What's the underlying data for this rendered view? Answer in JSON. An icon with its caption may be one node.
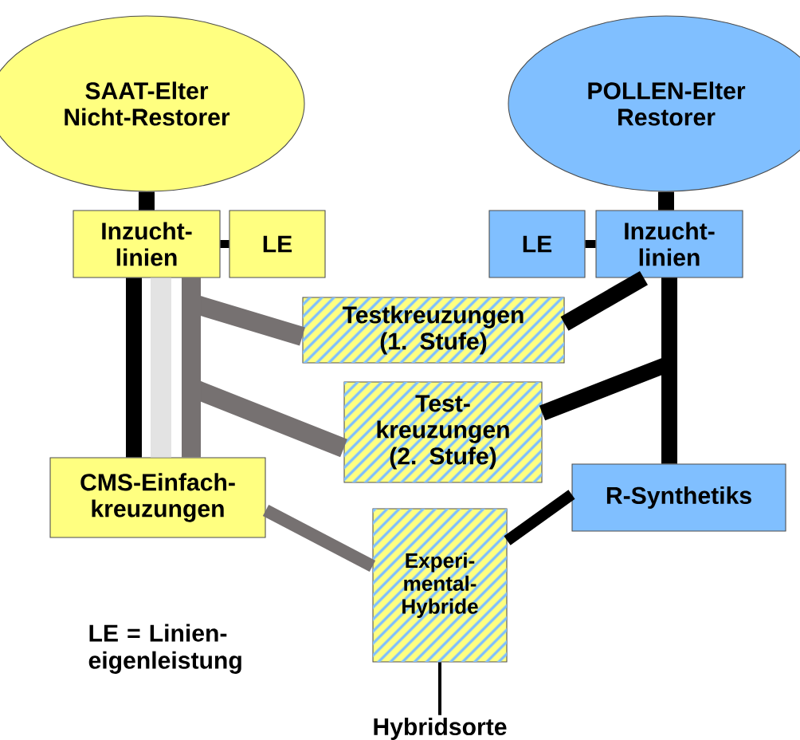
{
  "diagram": {
    "nodes": [
      {
        "text": [
          "SAAT-Elter Nicht-Restorer"
        ]
      },
      {
        "text": [
          "POLLEN-Elter Restorer"
        ]
      },
      {
        "text": [
          "Inzucht- linien"
        ]
      },
      {
        "text": [
          "LE"
        ]
      },
      {
        "text": [
          "LE"
        ]
      },
      {
        "text": [
          "Inzucht- linien"
        ]
      },
      {
        "text": [
          "Testkreuzungen (1. Stufe)"
        ]
      },
      {
        "text": [
          "Test- kreuzungen (2. Stufe)"
        ]
      },
      {
        "text": [
          "CMS-Einfach- kreuzungen"
        ]
      },
      {
        "text": [
          "R-Synthetiks"
        ]
      },
      {
        "text": [
          "Experi- mental- Hybride"
        ]
      },
      {
        "text": [
          "Hybridsorte"
        ]
      }
    ],
    "edges": [
      {
        "from": 0,
        "to": 2,
        "arrow": "none"
      },
      {
        "from": 1,
        "to": 5,
        "arrow": "none"
      },
      {
        "from": 2,
        "to": 3,
        "arrow": "none"
      },
      {
        "from": 4,
        "to": 5,
        "arrow": "none"
      },
      {
        "from": 2,
        "to": 8,
        "arrow": "none"
      },
      {
        "from": 2,
        "to": 8,
        "arrow": "none",
        "color": "#e3e3e3"
      },
      {
        "from": 2,
        "to": 6,
        "arrow": "none",
        "color": "#767171"
      },
      {
        "from": 2,
        "to": 7,
        "arrow": "none",
        "color": "#767171"
      },
      {
        "from": 2,
        "to": 8,
        "arrow": "none",
        "color": "#767171"
      },
      {
        "from": 5,
        "to": 6,
        "arrow": "none"
      },
      {
        "from": 5,
        "to": 7,
        "arrow": "none"
      },
      {
        "from": 5,
        "to": 9,
        "arrow": "none"
      },
      {
        "from": 9,
        "to": 10,
        "arrow": "none"
      },
      {
        "from": 8,
        "to": 10,
        "arrow": "none",
        "color": "#767171"
      },
      {
        "from": 10,
        "to": 11,
        "arrow": "none"
      }
    ],
    "labels": [
      "LE = Linien- eigenleistung"
    ]
  }
}
